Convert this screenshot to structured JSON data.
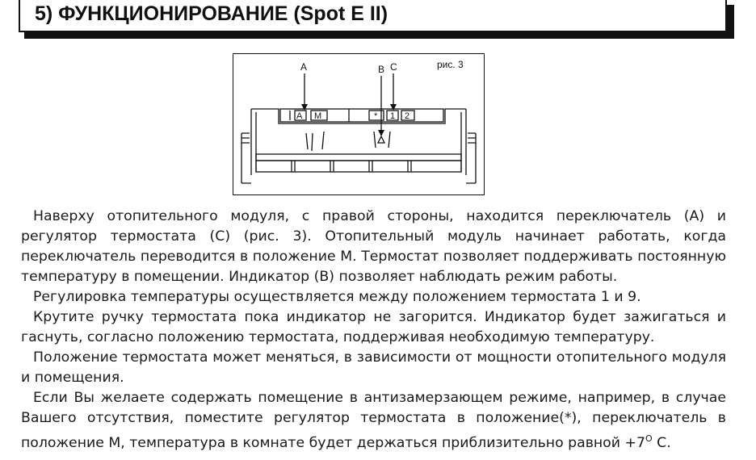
{
  "section": {
    "title": "5) ФУНКЦИОНИРОВАНИЕ (Spot E II)"
  },
  "figure": {
    "caption": "рис. 3",
    "label_a": "A",
    "label_b": "B",
    "label_c": "C",
    "switch_labels": [
      "A",
      "M",
      "*",
      "1",
      "2"
    ]
  },
  "paragraphs": [
    "Наверху отопительного модуля, с правой стороны, находится переключатель (A) и регулятор термостата (C) (рис. 3). Отопительный модуль начинает работать, когда переключатель переводится в положение M. Термостат позволяет поддерживать постоянную температуру в помещении. Индикатор (B) позволяет наблюдать режим работы.",
    "Регулировка температуры осуществляется между положением термостата 1 и 9.",
    "Крутите ручку термостата пока индикатор не загорится. Индикатор будет зажигаться и гаснуть, согласно положению термостата, поддерживая необходимую температуру.",
    "Положение термостата может меняться, в зависимости от мощности отопительного модуля и помещения.",
    "Если Вы желаете содержать помещение в антизамерзающем режиме, например, в случае Вашего отсутствия, поместите регулятор термостата в положение(*), переключатель в положение M, температура в комнате будет держаться приблизительно равной +7"
  ],
  "temp_unit_sup": "O",
  "temp_unit_tail": " C."
}
